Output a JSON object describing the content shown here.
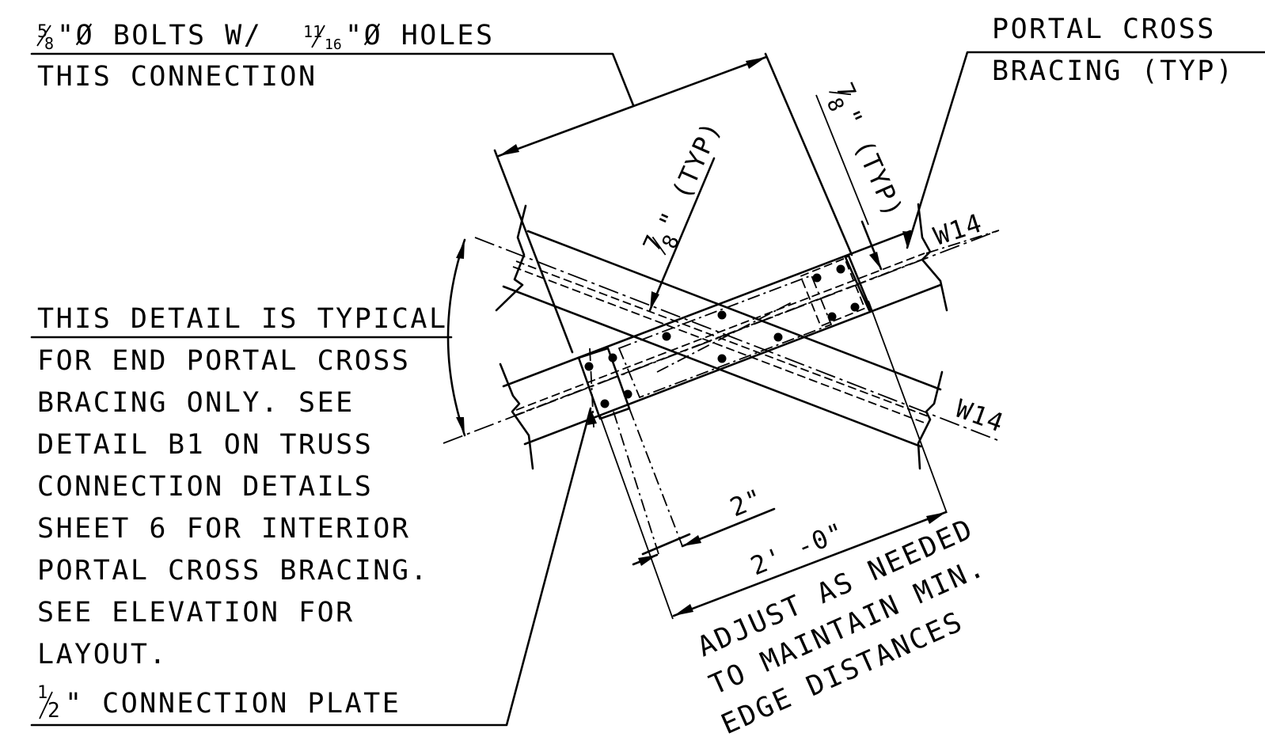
{
  "notes": {
    "bolts": {
      "fraction_num": "5",
      "fraction_den": "8",
      "line1_rest": "\"Ø BOLTS W/",
      "hole_num": "11",
      "hole_den": "16",
      "line1_tail": "\"Ø HOLES",
      "line2": "THIS CONNECTION"
    },
    "portal": {
      "line1": "PORTAL CROSS",
      "line2": "BRACING (TYP)"
    },
    "typical": {
      "lines": [
        "THIS DETAIL IS TYPICAL",
        "FOR END PORTAL CROSS",
        "BRACING ONLY. SEE",
        "DETAIL B1 ON TRUSS",
        "CONNECTION DETAILS",
        "SHEET 6 FOR INTERIOR",
        "PORTAL CROSS BRACING.",
        "SEE ELEVATION FOR",
        "LAYOUT."
      ]
    },
    "plate": {
      "fraction_num": "1",
      "fraction_den": "2",
      "rest": "\" CONNECTION PLATE"
    },
    "adjust": {
      "lines": [
        "ADJUST AS NEEDED",
        "TO MAINTAIN MIN.",
        "EDGE DISTANCES"
      ]
    }
  },
  "dimensions": {
    "typ_left": {
      "num": "7",
      "den": "8",
      "rest": "\" (TYP)"
    },
    "typ_right": {
      "num": "7",
      "den": "8",
      "rest": "\" (TYP)"
    },
    "two_inch": "2\"",
    "two_foot": "2' -0\""
  },
  "members": {
    "upper": "W14",
    "lower": "W14"
  }
}
